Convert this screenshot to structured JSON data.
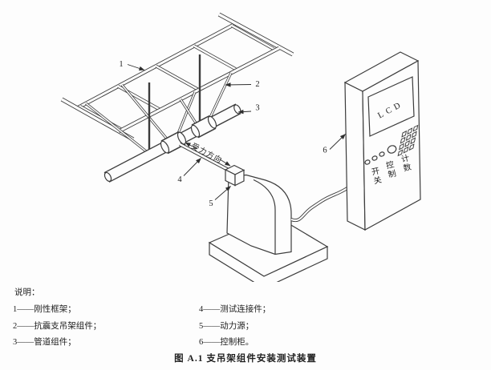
{
  "figure": {
    "caption": "图 A.1  支吊架组件安装测试装置",
    "force_direction_label": "受力方向",
    "callouts": {
      "c1": "1",
      "c2": "2",
      "c3": "3",
      "c4": "4",
      "c5": "5",
      "c6": "6"
    },
    "cabinet": {
      "screen_label": "LCD",
      "switch_label": "开关",
      "control_label": "控制",
      "count_label": "计数"
    }
  },
  "legend": {
    "heading": "说明：",
    "col1": [
      "1——刚性框架；",
      "2——抗震支吊架组件；",
      "3——管道组件；"
    ],
    "col2": [
      "4——测试连接件；",
      "5——动力源；",
      "6——控制柜。"
    ]
  },
  "colors": {
    "ink": "#3c3c3c",
    "text": "#1f1f1f",
    "background": "#fdfdfd"
  }
}
